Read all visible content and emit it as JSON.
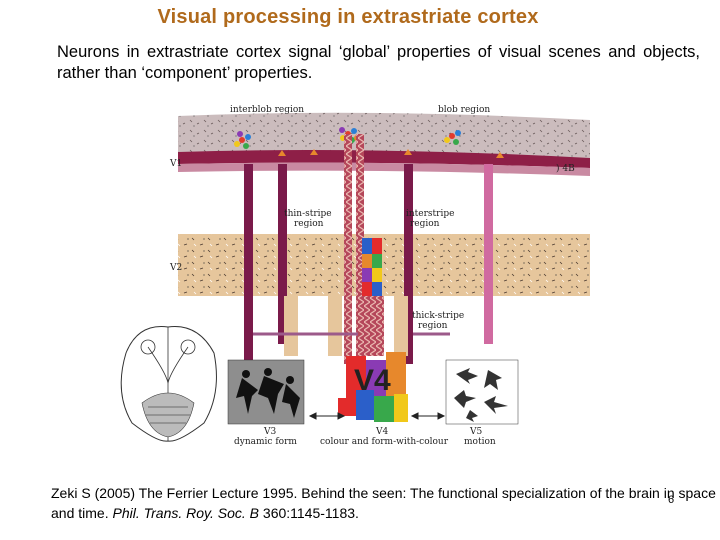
{
  "slide": {
    "title": "Visual processing in extrastriate cortex",
    "intro": "Neurons in extrastriate cortex signal ‘global’ properties of visual scenes and objects, rather than ‘component’ properties.",
    "page_number": "6"
  },
  "citation": {
    "text_before": "Zeki S (2005) The Ferrier Lecture 1995. Behind the seen: The functional specialization of the brain in space and time. ",
    "journal": "Phil. Trans. Roy. Soc. B",
    "text_after": " 360:1145-1183."
  },
  "figure": {
    "labels": {
      "interblob": "interblob region",
      "blob": "blob region",
      "v1": "V1",
      "layer_4b": ") 4B",
      "thin_stripe_1": "thin-stripe",
      "thin_stripe_2": "region",
      "interstripe_1": "interstripe",
      "interstripe_2": "region",
      "v2": "V2",
      "thick_stripe_1": "thick-stripe",
      "thick_stripe_2": "region",
      "v4_panel": "V4",
      "v3": "V3",
      "v3_desc": "dynamic form",
      "v4": "V4",
      "v4_desc": "colour and form-with-colour",
      "v5": "V5",
      "v5_desc": "motion"
    },
    "colors": {
      "v1_band": "#c7b9ba",
      "v2_band": "#e7c79c",
      "pathway_dark": "#7a1a4a",
      "pathway_pink": "#d06aa0",
      "title_color": "#b06a1c"
    }
  }
}
